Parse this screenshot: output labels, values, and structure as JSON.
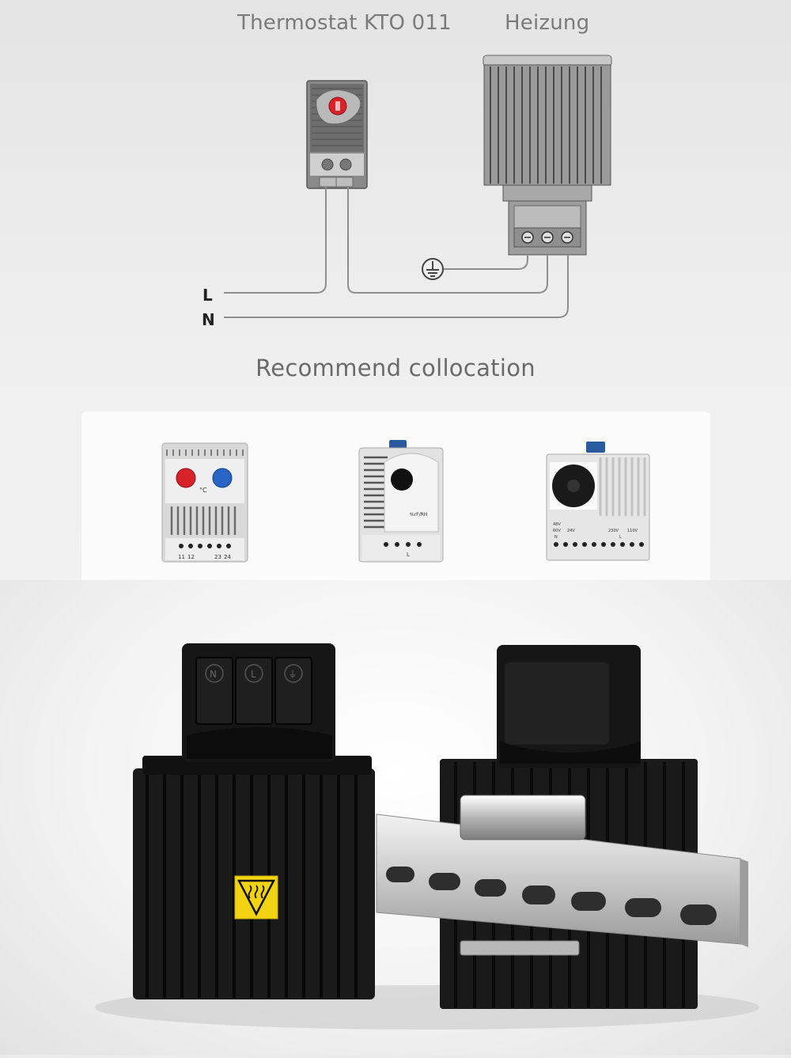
{
  "diagram": {
    "thermostat_label": "Thermostat KTO 011",
    "heater_label": "Heizung",
    "line_label": "L",
    "neutral_label": "N",
    "ground_symbol": "earth-ground-icon"
  },
  "recommend": {
    "title": "Recommend collocation",
    "products": [
      {
        "name": "dual-thermostat",
        "unit": "°C",
        "terminals": [
          "11",
          "12",
          "23",
          "24"
        ]
      },
      {
        "name": "hygrostat",
        "unit": "%rF/RH",
        "terminals": [
          "L"
        ]
      },
      {
        "name": "electronic-thermostat",
        "voltages": [
          "48V",
          "60V",
          "24V",
          "230V",
          "110V"
        ],
        "terminals": [
          "N",
          "L"
        ]
      }
    ]
  },
  "photo": {
    "subject": "two black PTC enclosure heaters on DIN rail",
    "terminal_marks": [
      "N",
      "L",
      "⏚"
    ]
  },
  "colors": {
    "thermo_red": "#d8222a",
    "thermo_blue": "#2a64c4",
    "warning_yellow": "#f2d312",
    "heater_black": "#141414"
  }
}
